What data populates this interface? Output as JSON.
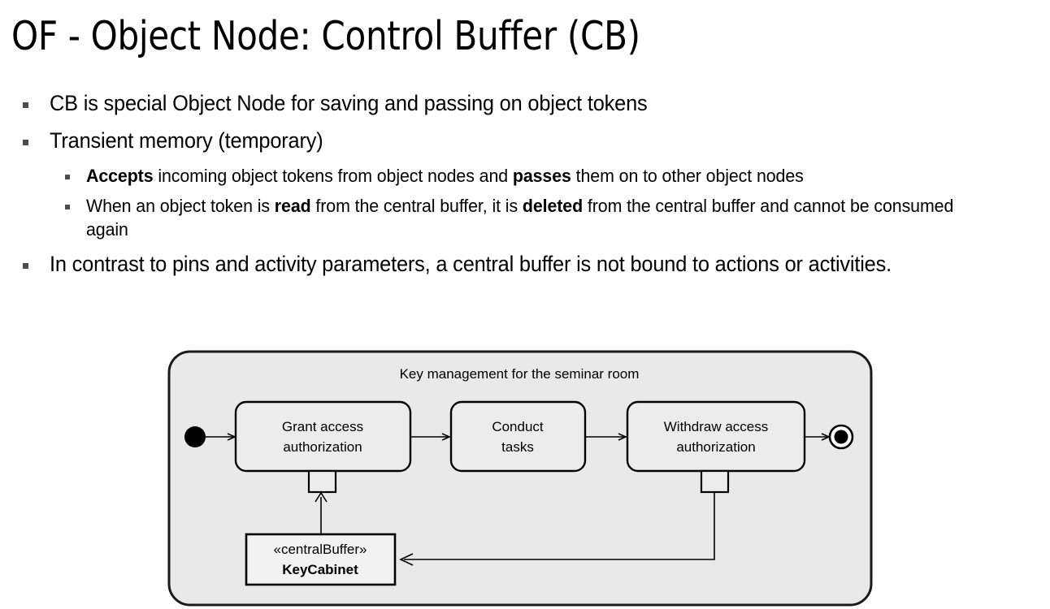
{
  "slide": {
    "title": "OF - Object Node: Control Buffer (CB)"
  },
  "bullets": [
    {
      "level": 1,
      "text": "CB is special Object Node for saving and passing on object tokens"
    },
    {
      "level": 1,
      "text": "Transient memory (temporary)"
    },
    {
      "level": 2,
      "segments": [
        {
          "text": "Accepts",
          "bold": true
        },
        {
          "text": " incoming object tokens from object nodes and ",
          "bold": false
        },
        {
          "text": "passes",
          "bold": true
        },
        {
          "text": " them on to other object nodes",
          "bold": false
        }
      ]
    },
    {
      "level": 2,
      "segments": [
        {
          "text": "When an object token is ",
          "bold": false
        },
        {
          "text": "read",
          "bold": true
        },
        {
          "text": " from the central buffer, it is ",
          "bold": false
        },
        {
          "text": "deleted",
          "bold": true
        },
        {
          "text": " from the central buffer and cannot be consumed again",
          "bold": false
        }
      ]
    },
    {
      "level": 1,
      "text": "In contrast to pins and activity parameters, a central buffer is not bound to actions or activities."
    }
  ],
  "diagram": {
    "frame_title": "Key management for the seminar room",
    "frame_fill": "#e9e9e9",
    "node_fill": "#ececec",
    "buffer_fill": "#f2f2f2",
    "stroke": "#000000",
    "initial_node": "initial-node",
    "final_node": "activity-final-node",
    "actions": [
      {
        "id": "grant",
        "line1": "Grant access",
        "line2": "authorization"
      },
      {
        "id": "conduct",
        "line1": "Conduct",
        "line2": "tasks"
      },
      {
        "id": "withdraw",
        "line1": "Withdraw access",
        "line2": "authorization"
      }
    ],
    "central_buffer": {
      "stereotype": "«centralBuffer»",
      "name": "KeyCabinet"
    }
  }
}
